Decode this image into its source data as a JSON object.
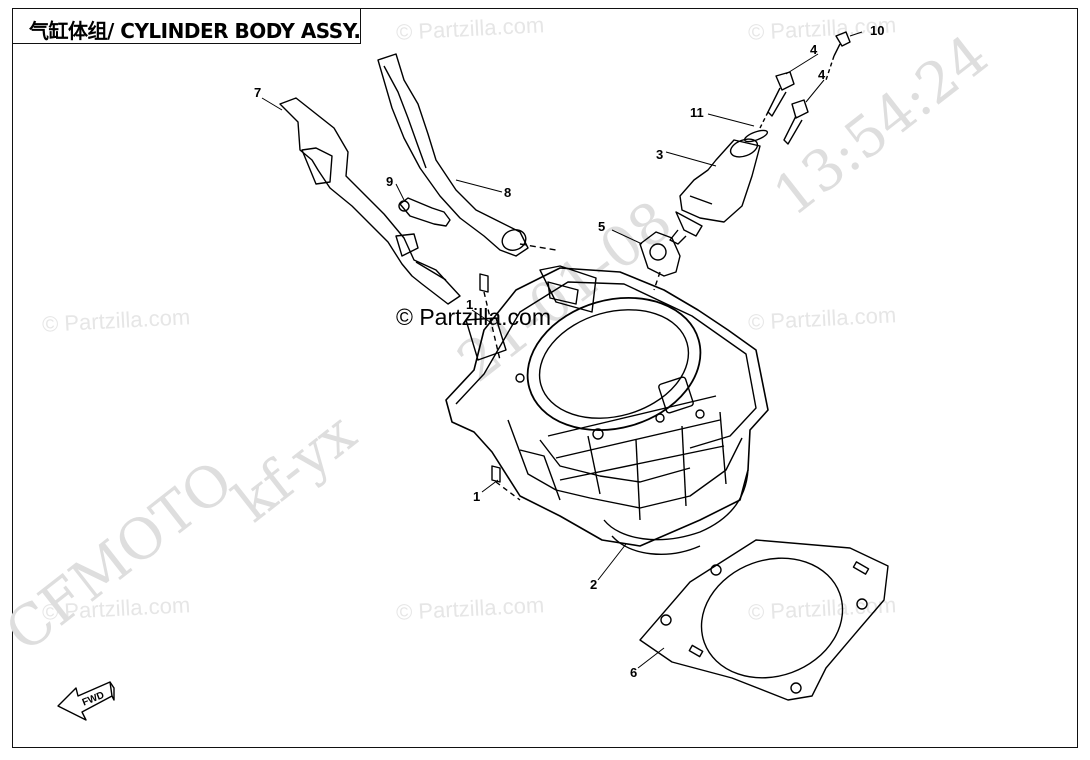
{
  "title": "气缸体组/ CYLINDER BODY ASSY.",
  "watermarks": {
    "site": "© Partzilla.com",
    "brand": "CFMOTO",
    "code": "kf-yx",
    "date": "21-01-08",
    "time": "13:54:24"
  },
  "fwd_label": "FWD",
  "callouts": {
    "c1a": "1",
    "c1b": "1",
    "c2": "2",
    "c3": "3",
    "c4a": "4",
    "c4b": "4",
    "c5": "5",
    "c6": "6",
    "c7": "7",
    "c8": "8",
    "c9": "9",
    "c10": "10",
    "c11": "11"
  }
}
